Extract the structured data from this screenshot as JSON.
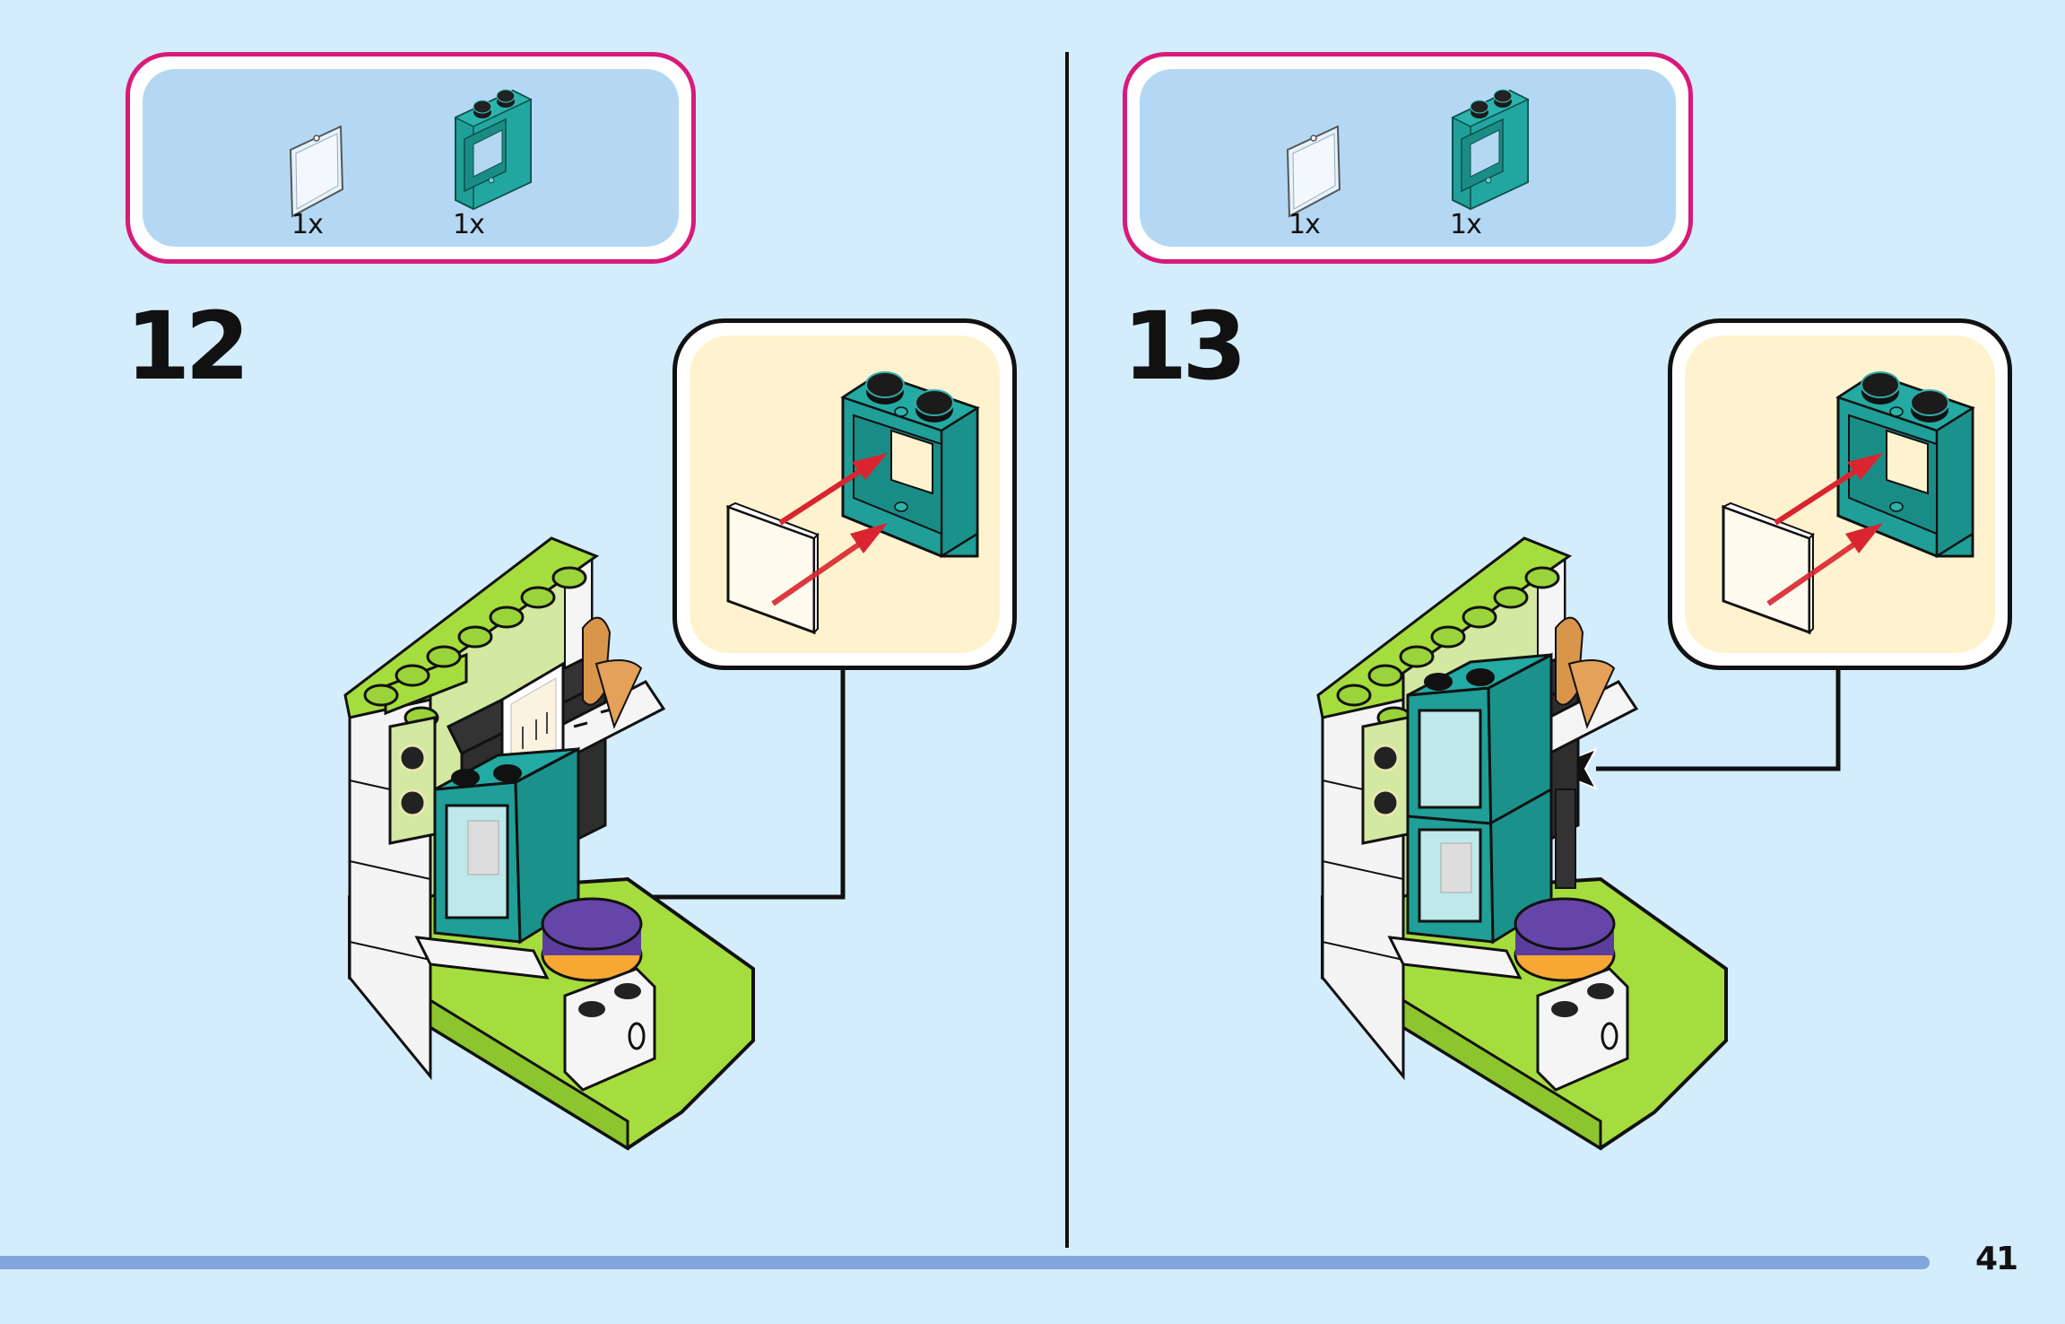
{
  "page": {
    "number": "41",
    "background_color": "#d3edfd",
    "accent_pink": "#d81b7a",
    "bar_color": "#82a5db"
  },
  "steps": [
    {
      "number": "12",
      "parts": [
        {
          "name": "transparent glass pane 1x2x2",
          "icon": "glass-pane-icon",
          "qty": "1x",
          "color": "#e4f1fb"
        },
        {
          "name": "teal window frame 1x2x2",
          "icon": "window-frame-icon",
          "qty": "1x",
          "color": "#1f9f98"
        }
      ],
      "callout": {
        "description": "Insert glass pane into teal window frame",
        "arrow_color": "#d9252f"
      },
      "model_description": "Music room build with piano, sheet music, saxophone, purple drum; lower teal window added"
    },
    {
      "number": "13",
      "parts": [
        {
          "name": "transparent glass pane 1x2x2",
          "icon": "glass-pane-icon",
          "qty": "1x",
          "color": "#e4f1fb"
        },
        {
          "name": "teal window frame 1x2x2",
          "icon": "window-frame-icon",
          "qty": "1x",
          "color": "#1f9f98"
        }
      ],
      "callout": {
        "description": "Insert glass pane into teal window frame",
        "arrow_color": "#d9252f"
      },
      "model_description": "Second teal window stacked on top of the first"
    }
  ]
}
